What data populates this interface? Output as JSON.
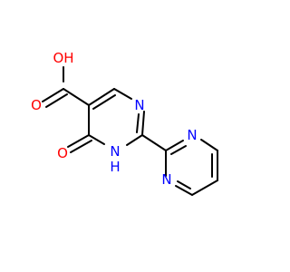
{
  "colors": {
    "background": "#ffffff",
    "bond": "#000000",
    "oxygen": "#ff0000",
    "nitrogen": "#0000ff"
  },
  "atoms": {
    "hydroxyl": "OH",
    "hydroxyl_h": "H",
    "hydroxyl_o": "O",
    "carboxyl_o": "O",
    "keto_o": "O",
    "ring_n3": "N",
    "ring_n1": "N",
    "ring_n1_h": "H",
    "pyr_n_top": "N",
    "pyr_n_bottom": "N"
  }
}
